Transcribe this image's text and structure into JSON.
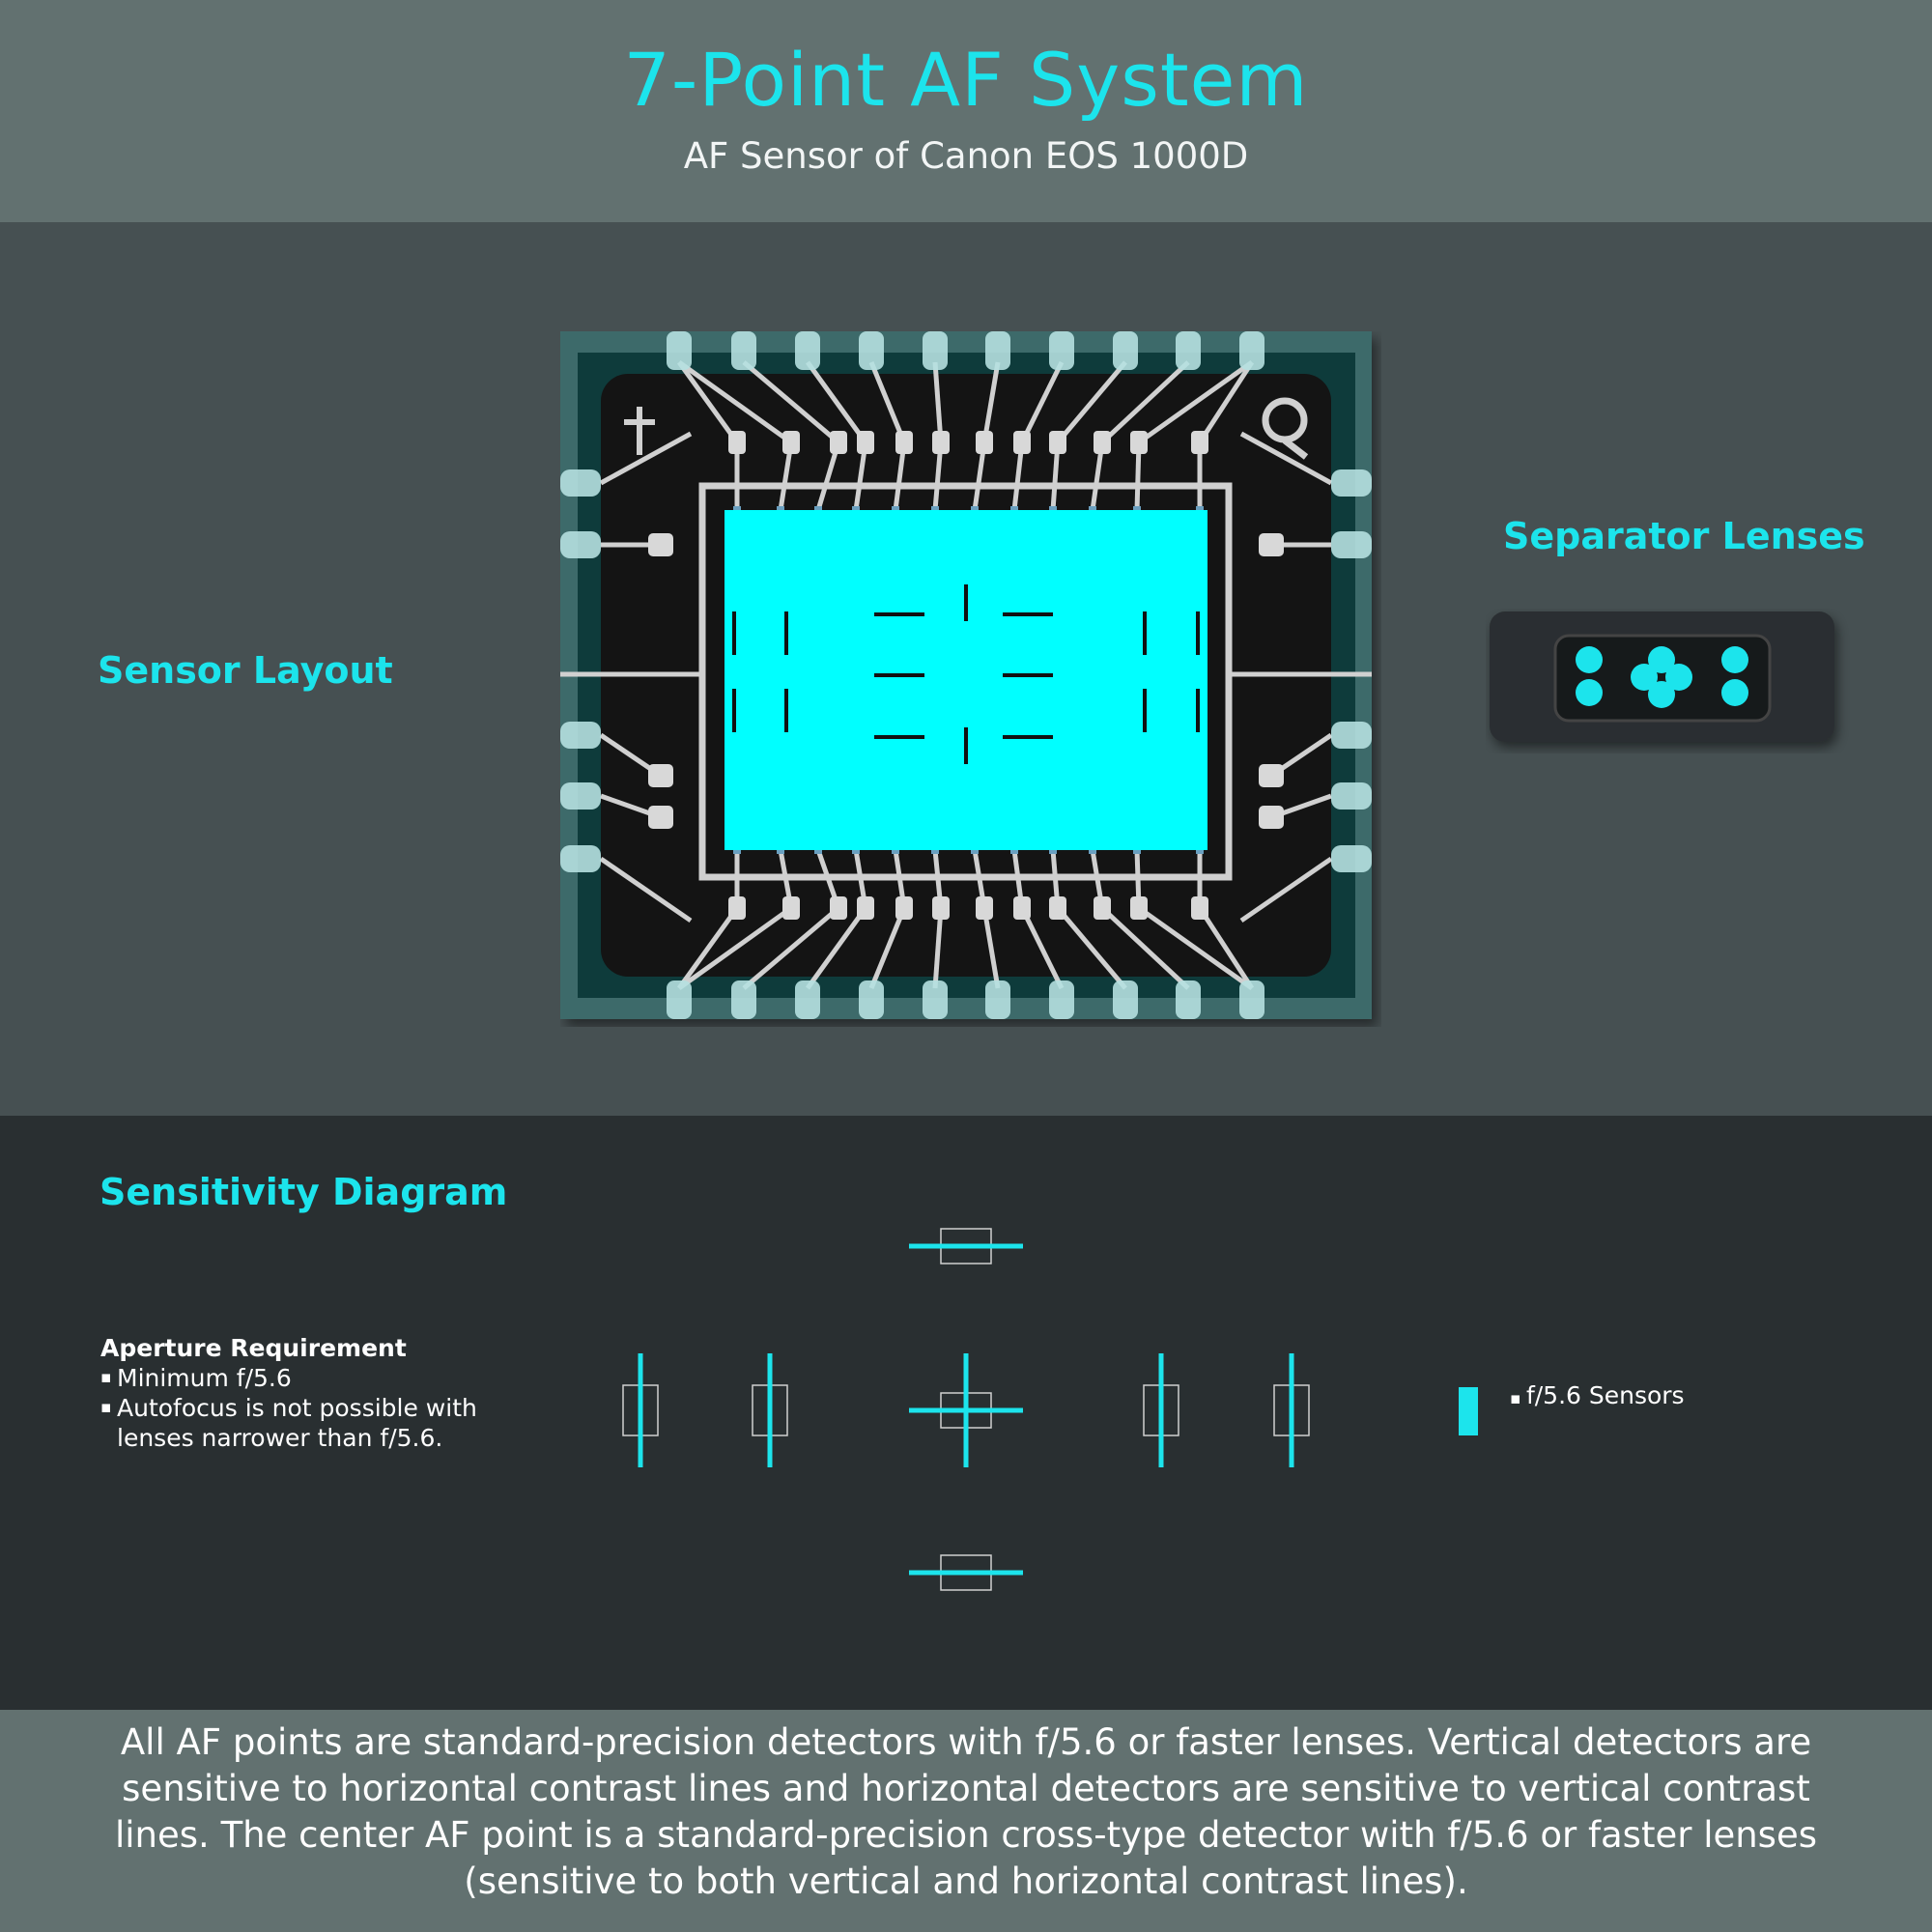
{
  "header": {
    "title": "7-Point AF System",
    "subtitle": "AF Sensor of Canon EOS 1000D"
  },
  "sections": {
    "sensor_layout": "Sensor Layout",
    "separator_lenses": "Separator Lenses",
    "sensitivity_diagram": "Sensitivity Diagram"
  },
  "aperture": {
    "heading": "Aperture Requirement",
    "items": [
      "Minimum f/5.6",
      "Autofocus is not possible with",
      "lenses narrower than f/5.6."
    ]
  },
  "legend": {
    "label": "f/5.6 Sensors",
    "color": "#1ce4ec"
  },
  "af_points": [
    {
      "position": "top",
      "type": "horizontal"
    },
    {
      "position": "far-left",
      "type": "vertical"
    },
    {
      "position": "left",
      "type": "vertical"
    },
    {
      "position": "center",
      "type": "cross"
    },
    {
      "position": "right",
      "type": "vertical"
    },
    {
      "position": "far-right",
      "type": "vertical"
    },
    {
      "position": "bottom",
      "type": "horizontal"
    }
  ],
  "colors": {
    "accent": "#1ce4ec",
    "header_bg": "#627170",
    "sensor_bg": "#465052",
    "sensitivity_bg": "#292f31"
  },
  "footer": {
    "text": "All AF points are standard-precision detectors with f/5.6 or faster lenses. Vertical detectors are sensitive to horizontal contrast lines and horizontal detectors are sensitive to vertical contrast lines. The center AF point is a standard-precision cross-type detector with f/5.6 or faster lenses (sensitive to both vertical and horizontal contrast lines)."
  }
}
